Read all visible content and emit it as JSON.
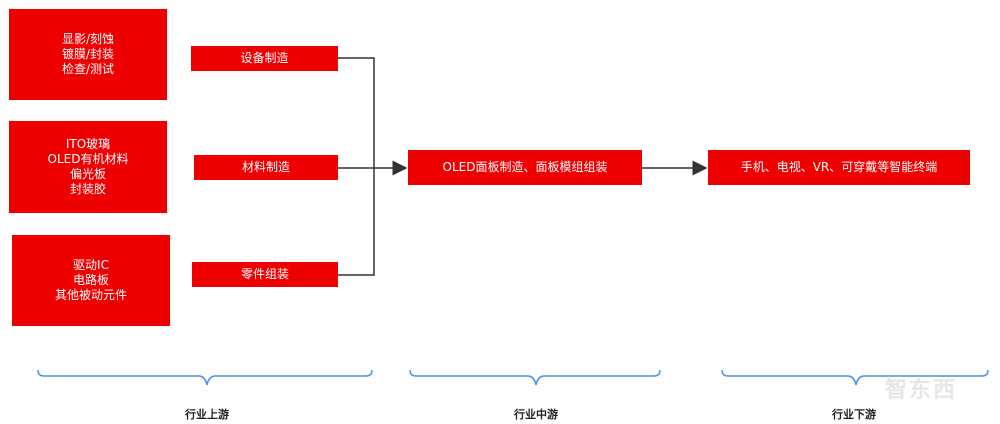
{
  "upstream": {
    "group_equipment": [
      "显影/刻蚀",
      "镀膜/封装",
      "检查/测试"
    ],
    "group_materials": [
      "ITO玻璃",
      "OLED有机材料",
      "偏光板",
      "封装胶"
    ],
    "group_parts": [
      "驱动IC",
      "电路板",
      "其他被动元件"
    ],
    "equipment_label": "设备制造",
    "materials_label": "材料制造",
    "parts_label": "零件组装"
  },
  "midstream": {
    "label": "OLED面板制造、面板模组组装"
  },
  "downstream": {
    "label": "手机、电视、VR、可穿戴等智能终端"
  },
  "stages": {
    "upstream": "行业上游",
    "midstream": "行业中游",
    "downstream": "行业下游"
  },
  "watermark": "智东西",
  "colors": {
    "box": "#ee0000",
    "brace": "#4a90e2",
    "line": "#333333"
  }
}
